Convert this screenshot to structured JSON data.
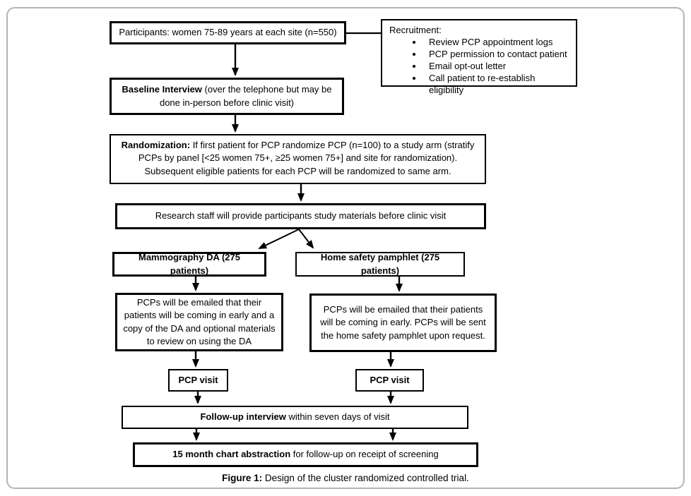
{
  "figure_caption": {
    "label": "Figure 1:",
    "text": " Design of the cluster randomized controlled trial."
  },
  "flowchart": {
    "participants": {
      "text": "Participants: women 75-89 years at each site (n=550)"
    },
    "recruitment": {
      "title": "Recruitment:",
      "items": [
        "Review PCP appointment logs",
        "PCP permission to contact patient",
        "Email opt-out letter",
        "Call patient to re-establish eligibility"
      ]
    },
    "baseline_interview": {
      "bold": "Baseline Interview",
      "rest": " (over the telephone but may be done in-person before clinic visit)"
    },
    "randomization": {
      "bold": "Randomization:",
      "rest": " If first patient for PCP randomize PCP (n=100) to a study arm (stratify PCPs by panel [<25 women 75+, ≥25 women 75+] and site for randomization). Subsequent eligible patients for each PCP will be randomized to same arm."
    },
    "research_staff": {
      "text": "Research staff will provide participants study materials before clinic visit"
    },
    "mammography_arm": {
      "text": "Mammography DA (275 patients)"
    },
    "home_safety_arm": {
      "text": "Home safety pamphlet (275 patients)"
    },
    "pcp_email_da": {
      "text": "PCPs will be emailed that their patients will be coming in early and a copy of the DA and optional materials to review on using the DA"
    },
    "pcp_email_pamphlet": {
      "text": "PCPs will be emailed that their patients will be coming in early. PCPs will be sent the home safety pamphlet upon request."
    },
    "pcp_visit_left": {
      "text": "PCP visit"
    },
    "pcp_visit_right": {
      "text": "PCP visit"
    },
    "followup_interview": {
      "bold": "Follow-up interview",
      "rest": " within seven days of visit"
    },
    "chart_abstraction": {
      "bold": "15 month chart abstraction",
      "rest": " for follow-up on receipt of screening"
    }
  },
  "colors": {
    "box_border": "#000000",
    "text": "#000000",
    "frame_border": "#b4b4b4",
    "background": "#ffffff"
  }
}
